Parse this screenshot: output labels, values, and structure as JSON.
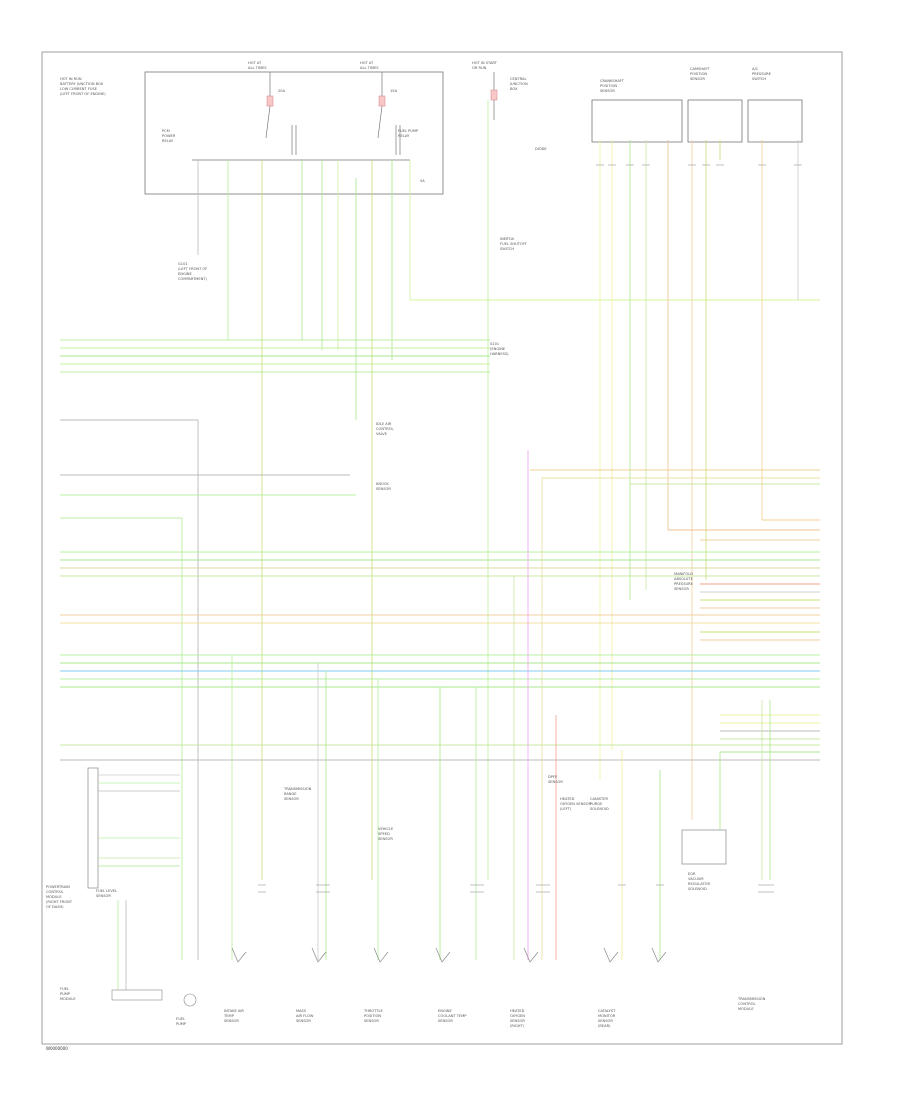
{
  "labels": {
    "fuse_relay_box": [
      "HOT IN RUN",
      "BATTERY JUNCTION BOX",
      "LOW CURRENT FUSE",
      "(LEFT FRONT OF ENGINE)"
    ],
    "hot_at_all_times_1": [
      "HOT AT",
      "ALL TIMES"
    ],
    "hot_at_all_times_2": [
      "HOT AT",
      "ALL TIMES"
    ],
    "hot_in_start": [
      "HOT IN START",
      "OR RUN"
    ],
    "central_junction": [
      "CENTRAL",
      "JUNCTION",
      "BOX"
    ],
    "pcm_relay": [
      "PCM",
      "POWER",
      "RELAY"
    ],
    "fuel_pump_relay": [
      "FUEL PUMP",
      "RELAY"
    ],
    "fuse_20a": "20A",
    "fuse_15a": "15A",
    "fuse_5a": "5A",
    "ground_1": [
      "G101",
      "(LEFT FRONT OF",
      "ENGINE",
      "COMPARTMENT)"
    ],
    "splice_1": [
      "S101",
      "(ENGINE",
      "HARNESS)"
    ],
    "idle_speed_1": [
      "IDLE AIR",
      "CONTROL",
      "VALVE"
    ],
    "diode_1": [
      "DIODE"
    ],
    "inertia_switch": [
      "INERTIA",
      "FUEL SHUTOFF",
      "SWITCH"
    ],
    "heated_oxygen": [
      "HEATED",
      "OXYGEN SENSOR",
      "(LEFT)"
    ],
    "vss": [
      "VEHICLE",
      "SPEED",
      "SENSOR"
    ],
    "throttle_pos": [
      "THROTTLE",
      "POSITION",
      "SENSOR"
    ],
    "ect": [
      "ENGINE",
      "COOLANT TEMP",
      "SENSOR"
    ],
    "knock": [
      "KNOCK",
      "SENSOR"
    ],
    "map": [
      "MANIFOLD",
      "ABSOLUTE",
      "PRESSURE",
      "SENSOR"
    ],
    "egr_right": [
      "EGR",
      "VACUUM",
      "REGULATOR",
      "SOLENOID"
    ],
    "egr_left": [
      "DPFE",
      "SENSOR"
    ],
    "canister": [
      "CANISTER",
      "PURGE",
      "SOLENOID"
    ],
    "ckp": [
      "CRANKSHAFT",
      "POSITION",
      "SENSOR"
    ],
    "cmp": [
      "CAMSHAFT",
      "POSITION",
      "SENSOR"
    ],
    "pcm_block": [
      "POWERTRAIN",
      "CONTROL",
      "MODULE",
      "(RIGHT FRONT",
      "OF DASH)"
    ],
    "fuel_sender": [
      "FUEL",
      "PUMP",
      "MODULE"
    ],
    "fuel_level": [
      "FUEL LEVEL",
      "SENSOR"
    ],
    "fuel_pump": [
      "FUEL",
      "PUMP"
    ],
    "iat": [
      "INTAKE AIR",
      "TEMP",
      "SENSOR"
    ],
    "maf": [
      "MASS",
      "AIR FLOW",
      "SENSOR"
    ],
    "ho2s_right": [
      "HEATED",
      "OXYGEN",
      "SENSOR",
      "(RIGHT)"
    ],
    "ho2s_rear": [
      "CATALYST",
      "MONITOR",
      "SENSOR",
      "(REAR)"
    ],
    "trans": [
      "TRANSMISSION",
      "RANGE",
      "SENSOR"
    ],
    "ac_pressure": [
      "A/C",
      "PRESSURE",
      "SWITCH"
    ],
    "bottom_connector": [
      "TRANSMISSION",
      "CONTROL",
      "MODULE"
    ],
    "footer": "W0000000"
  }
}
